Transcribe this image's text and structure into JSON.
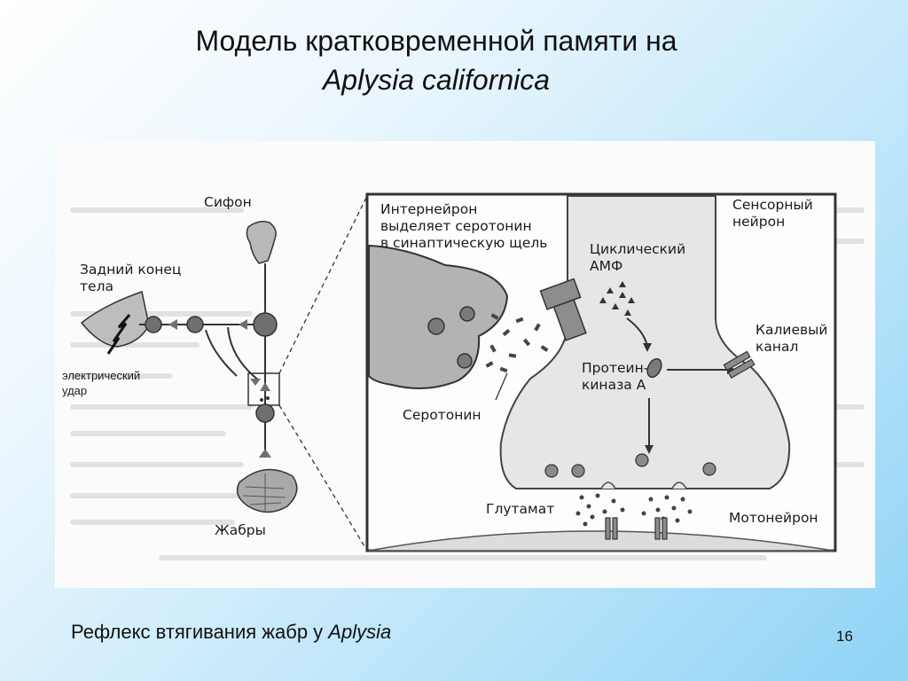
{
  "title": {
    "line1": "Модель кратковременной памяти на",
    "line2": "Aplysia californica"
  },
  "figure": {
    "labels": {
      "siphon": "Сифон",
      "tail": "Задний конец\nтела",
      "shock": "электрический\nудар",
      "gills": "Жабры",
      "interneuron": "Интернейрон\nвыделяет серотонин\nв синаптическую щель",
      "sensory_neuron": "Сенсорный\nнейрон",
      "camp": "Циклический\nАМФ",
      "potassium_channel": "Калиевый\nканал",
      "protein_kinase": "Протеин-\nкиназа А",
      "serotonin": "Серотонин",
      "glutamate": "Глутамат",
      "motoneuron": "Мотонейрон"
    }
  },
  "caption": {
    "text": "Рефлекс втягивания жабр у ",
    "italic": "Aplysia"
  },
  "page_number": "16"
}
